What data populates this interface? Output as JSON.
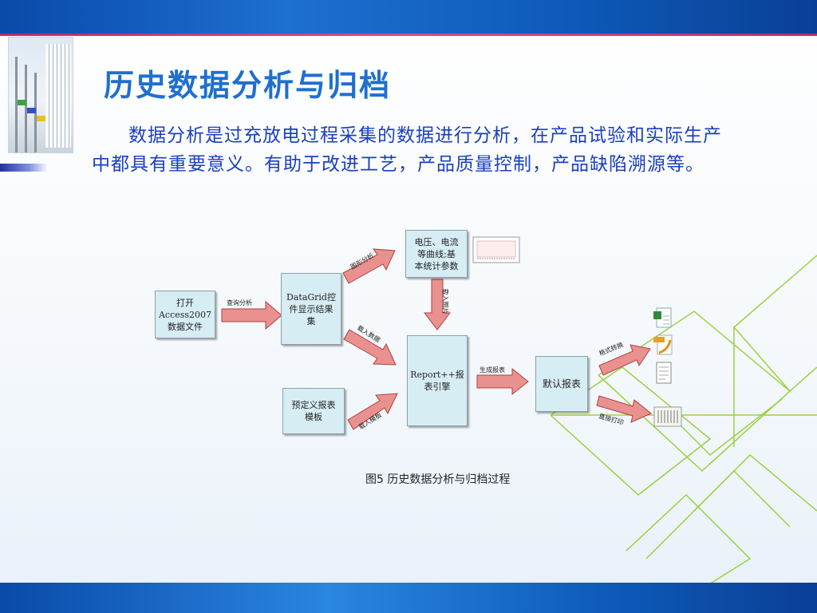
{
  "slide": {
    "title": "历史数据分析与归档",
    "paragraph": "数据分析是过充放电过程采集的数据进行分析，在产品试验和实际生产中都具有重要意义。有助于改进工艺，产品质量控制，产品缺陷溯源等。"
  },
  "diagram": {
    "nodes": {
      "access": "打开\nAccess2007\n数据文件",
      "datagrid": "DataGrid控\n件显示结果\n集",
      "template": "预定义报表\n模板",
      "curves": "电压、电流\n等曲线;基\n本统计参数",
      "report_engine": "Report++报\n表引擎",
      "default_report": "默认报表"
    },
    "edges": {
      "query": "查询分析",
      "chart": "图形分析",
      "load_data": "载入数据",
      "load_image": "载入图片",
      "load_template": "载入模板",
      "generate": "生成报表",
      "format_convert": "格式转换",
      "direct_print": "直接打印"
    },
    "caption": "图5  历史数据分析与归档过程"
  },
  "colors": {
    "title": "#1e6fd0",
    "paragraph": "#1a3fbf",
    "node_fill": "#d7edf4",
    "arrow_fill": "#e9918f",
    "arrow_stroke": "#b04040",
    "deco_line": "#9cd040"
  }
}
